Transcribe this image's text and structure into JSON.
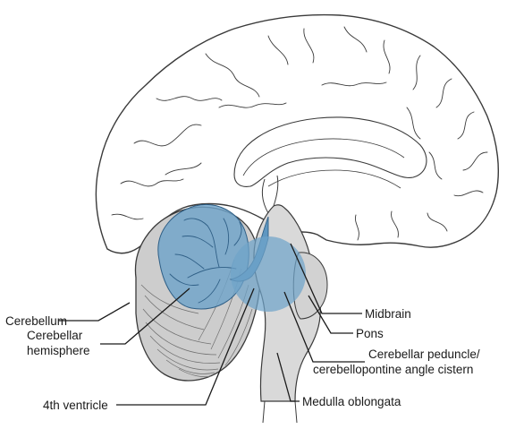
{
  "colors": {
    "outline": "#3a3a3a",
    "brainstem": "#d9d9d9",
    "cerebellum": "#cdcdcd",
    "highlight": "#6fa3c9",
    "label_text": "#1a1a1a"
  },
  "labels": {
    "cerebellum": "Cerebellum",
    "cerebellar_hemisphere_1": "Cerebellar",
    "cerebellar_hemisphere_2": "hemisphere",
    "fourth_ventricle": "4th ventricle",
    "midbrain": "Midbrain",
    "pons": "Pons",
    "peduncle_1": "Cerebellar peduncle/",
    "peduncle_2": "cerebellopontine angle cistern",
    "medulla": "Medulla oblongata"
  }
}
